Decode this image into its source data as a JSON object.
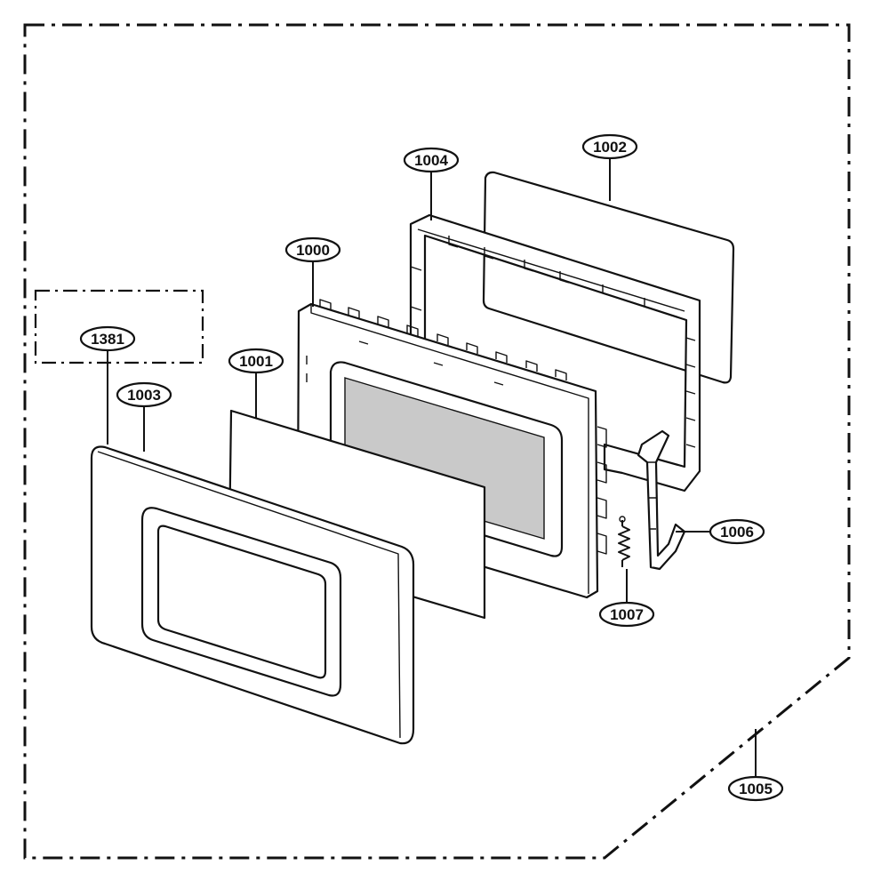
{
  "diagram": {
    "type": "exploded-parts-view",
    "part_labels": {
      "p1381": "1381",
      "p1003": "1003",
      "p1001": "1001",
      "p1000": "1000",
      "p1004": "1004",
      "p1002": "1002",
      "p1006": "1006",
      "p1007": "1007",
      "p1005": "1005"
    }
  }
}
